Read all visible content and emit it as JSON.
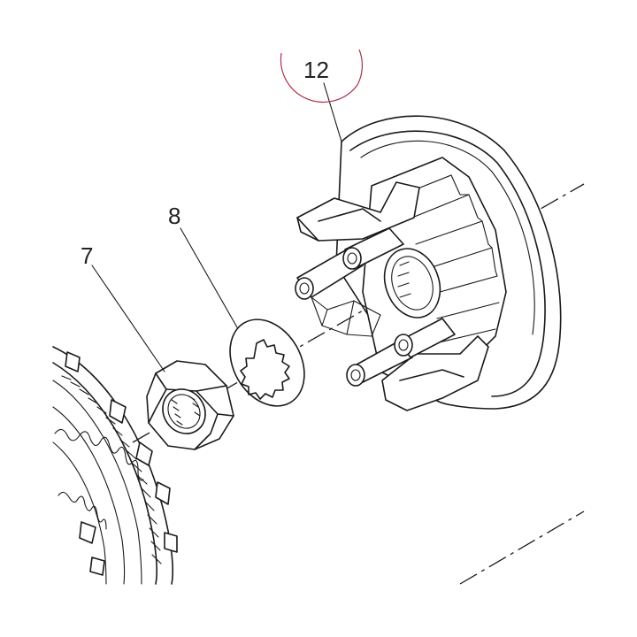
{
  "callouts": [
    {
      "id": "part-12",
      "number": "12"
    },
    {
      "id": "part-8",
      "number": "8"
    },
    {
      "id": "part-7",
      "number": "7"
    }
  ],
  "colors": {
    "line": "#1a1a1a",
    "highlight_circle": "#b0304a",
    "background": "#ffffff"
  }
}
